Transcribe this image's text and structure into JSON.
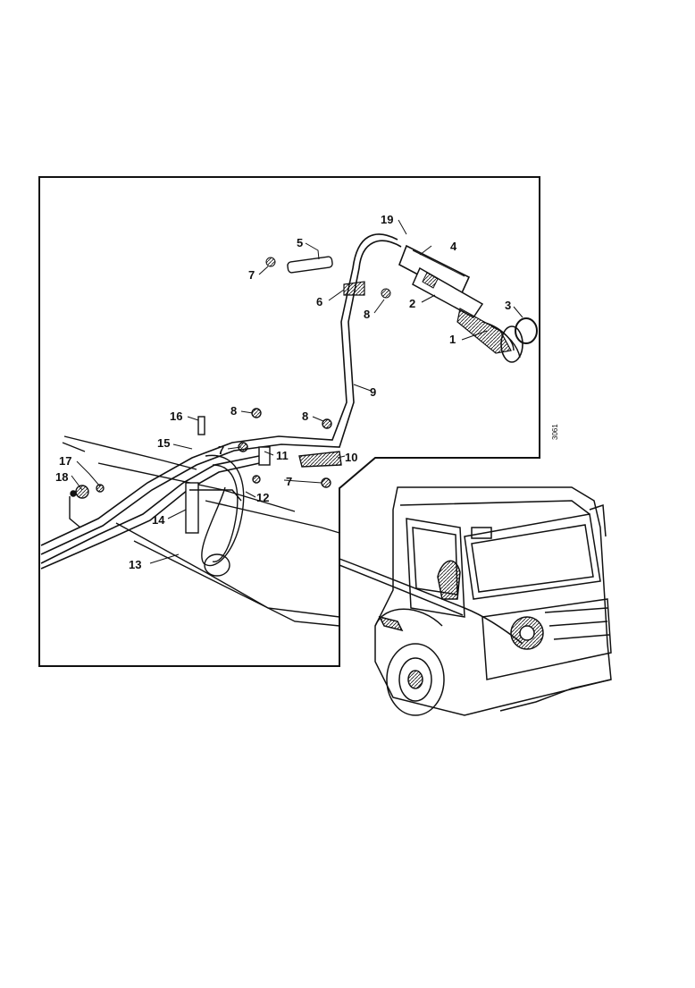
{
  "diagram": {
    "callouts": [
      {
        "id": "1",
        "label": "1"
      },
      {
        "id": "2",
        "label": "2"
      },
      {
        "id": "3",
        "label": "3"
      },
      {
        "id": "4",
        "label": "4"
      },
      {
        "id": "5",
        "label": "5"
      },
      {
        "id": "6",
        "label": "6"
      },
      {
        "id": "7a",
        "label": "7"
      },
      {
        "id": "8a",
        "label": "8"
      },
      {
        "id": "9",
        "label": "9"
      },
      {
        "id": "16",
        "label": "16"
      },
      {
        "id": "8b",
        "label": "8"
      },
      {
        "id": "8c",
        "label": "8"
      },
      {
        "id": "15",
        "label": "15"
      },
      {
        "id": "7b",
        "label": "7"
      },
      {
        "id": "11",
        "label": "11"
      },
      {
        "id": "10",
        "label": "10"
      },
      {
        "id": "17",
        "label": "17"
      },
      {
        "id": "7c",
        "label": "7"
      },
      {
        "id": "18",
        "label": "18"
      },
      {
        "id": "12",
        "label": "12"
      },
      {
        "id": "14",
        "label": "14"
      },
      {
        "id": "13",
        "label": "13"
      },
      {
        "id": "19",
        "label": "19"
      }
    ],
    "figure_code": "3061"
  },
  "colors": {
    "ink": "#111111",
    "paper": "#ffffff"
  }
}
